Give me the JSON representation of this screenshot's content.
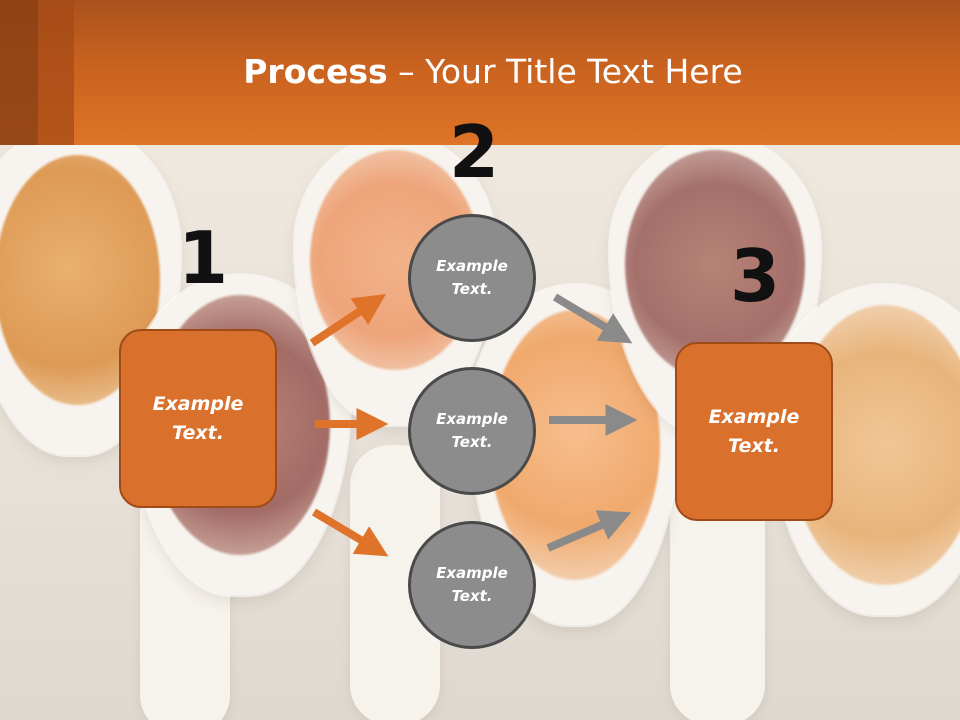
{
  "title": {
    "bold": "Process",
    "rest": " – Your Title Text Here"
  },
  "steps": {
    "one": "1",
    "two": "2",
    "three": "3"
  },
  "left_box": {
    "line1": "Example",
    "line2": "Text."
  },
  "right_box": {
    "line1": "Example",
    "line2": "Text."
  },
  "circles": [
    {
      "line1": "Example",
      "line2": "Text."
    },
    {
      "line1": "Example",
      "line2": "Text."
    },
    {
      "line1": "Example",
      "line2": "Text."
    }
  ],
  "colors": {
    "accent": "#d9702c",
    "circle": "#8c8c8c",
    "orange_arrow": "#e0732a",
    "gray_arrow": "#8a8a8a"
  }
}
